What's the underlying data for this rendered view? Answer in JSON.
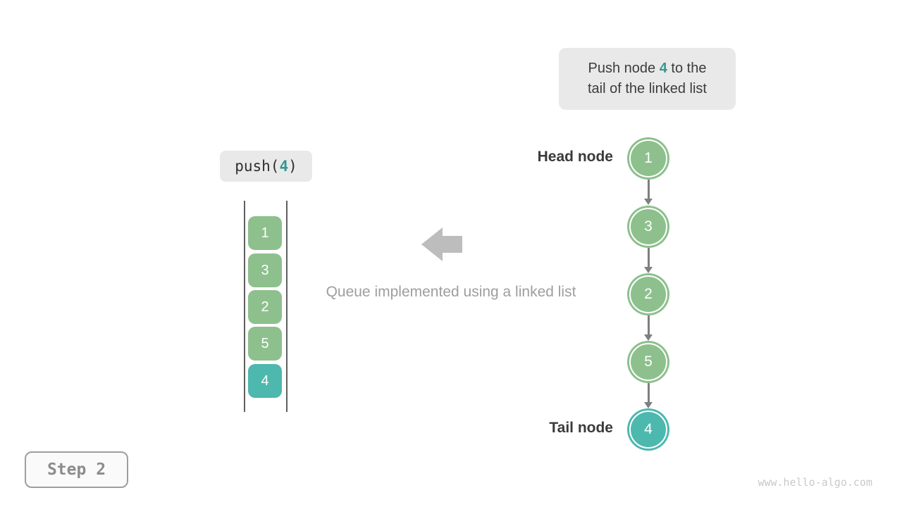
{
  "colors": {
    "node_green": "#8dc08d",
    "node_teal": "#4db8ae",
    "teal_text": "#349890",
    "arrow_gray": "#bdbdbd",
    "connector_gray": "#7f7f7f",
    "chip_background": "#e9e9e9"
  },
  "instruction_box": {
    "line1_prefix": "Push node",
    "line1_value": "4",
    "line1_suffix": "to the",
    "line2": "tail of the linked list"
  },
  "push_call": {
    "prefix": "push(",
    "value": "4",
    "suffix": ")"
  },
  "stack": {
    "items": [
      {
        "value": "1"
      },
      {
        "value": "3"
      },
      {
        "value": "2"
      },
      {
        "value": "5"
      },
      {
        "value": "4"
      }
    ]
  },
  "caption": "Queue implemented using a linked list",
  "linked_list": {
    "head_label": "Head node",
    "tail_label": "Tail node",
    "nodes": [
      {
        "value": "1"
      },
      {
        "value": "3"
      },
      {
        "value": "2"
      },
      {
        "value": "5"
      },
      {
        "value": "4"
      }
    ]
  },
  "step_badge": "Step 2",
  "watermark": "www.hello-algo.com"
}
